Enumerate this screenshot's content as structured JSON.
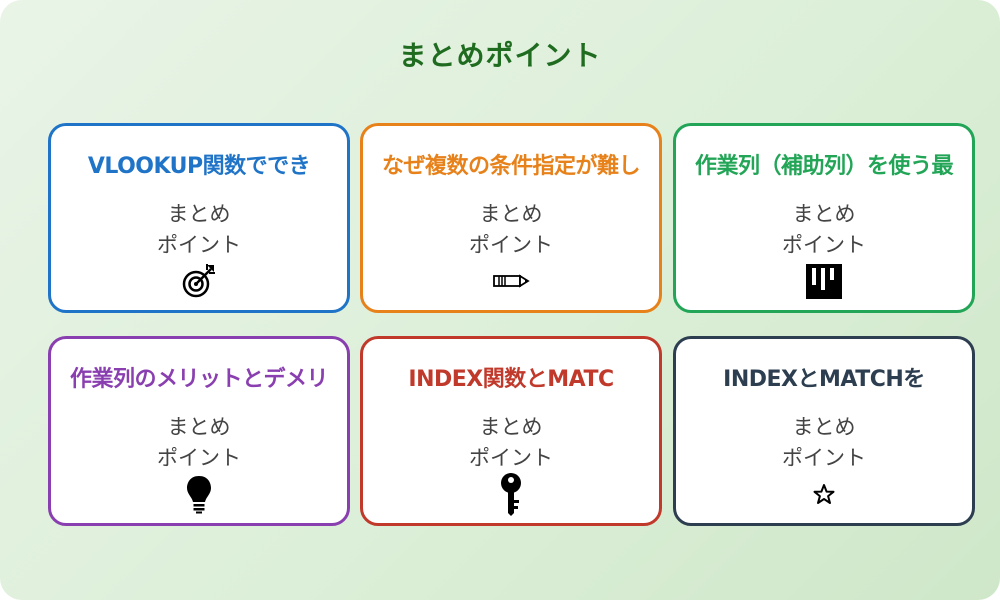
{
  "main_title": "まとめポイント",
  "cards": [
    {
      "title": "VLOOKUP関数ででき",
      "line1": "まとめ",
      "line2": "ポイント",
      "icon": "target-icon",
      "color": "#1f74c8"
    },
    {
      "title": "なぜ複数の条件指定が難し",
      "line1": "まとめ",
      "line2": "ポイント",
      "icon": "pencil-icon",
      "color": "#e7811a"
    },
    {
      "title": "作業列（補助列）を使う最",
      "line1": "まとめ",
      "line2": "ポイント",
      "icon": "bar-chart-icon",
      "color": "#23a557"
    },
    {
      "title": "作業列のメリットとデメリ",
      "line1": "まとめ",
      "line2": "ポイント",
      "icon": "lightbulb-icon",
      "color": "#8a3fb0"
    },
    {
      "title": "INDEX関数とMATC",
      "line1": "まとめ",
      "line2": "ポイント",
      "icon": "key-icon",
      "color": "#c0392b"
    },
    {
      "title": "INDEXとMATCHを",
      "line1": "まとめ",
      "line2": "ポイント",
      "icon": "star-icon",
      "color": "#2c3e50"
    }
  ]
}
